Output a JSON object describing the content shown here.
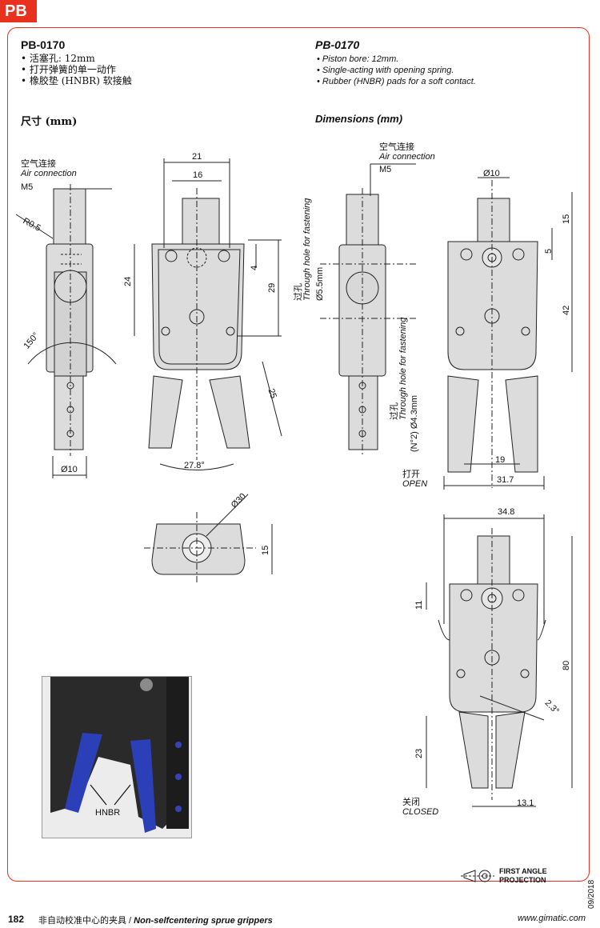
{
  "series_tab": "PB",
  "left": {
    "model": "PB-0170",
    "features": [
      "活塞孔: 12mm",
      "打开弹簧的单一动作",
      "橡胶垫 (HNBR) 软接触"
    ],
    "dimensions_title": "尺寸 (mm)",
    "air_cn": "空气连接",
    "air_en": "Air connection",
    "air_thread": "M5",
    "r05": "R0.5",
    "angle150": "150°",
    "d10": "Ø10",
    "d21": "21",
    "d16": "16",
    "d24": "24",
    "d4": "4",
    "d29": "29",
    "d25": "25",
    "a278": "27.8°",
    "d30": "Ø30",
    "d15": "15"
  },
  "right": {
    "model": "PB-0170",
    "features": [
      "Piston bore: 12mm.",
      "Single-acting with opening spring.",
      "Rubber (HNBR) pads for a soft contact."
    ],
    "dimensions_title": "Dimensions (mm)",
    "air_cn": "空气连接",
    "air_en": "Air connection",
    "air_thread": "M5",
    "through_cn": "过孔",
    "through_en": "Through hole for fastening",
    "d55": "Ø5.5mm",
    "through2_cn": "过孔",
    "through2_en": "Through hole for fastening",
    "d43": "(N°2) Ø4.3mm",
    "d10": "Ø10",
    "d15": "15",
    "d5": "5",
    "d42": "42",
    "d19": "19",
    "d317": "31.7",
    "open_cn": "打开",
    "open_en": "OPEN",
    "d348": "34.8",
    "d11": "11",
    "d80": "80",
    "a23": "2.3°",
    "d23": "23",
    "d131": "13.1",
    "closed_cn": "关闭",
    "closed_en": "CLOSED"
  },
  "photo_label": "HNBR",
  "projection_label": "FIRST ANGLE PROJECTION",
  "projection_line1": "FIRST ANGLE",
  "projection_line2": "PROJECTION",
  "footer": {
    "page": "182",
    "text_cn": "非自动校准中心的夹具 / ",
    "text_en": "Non-selfcentering sprue grippers",
    "website": "www.gimatic.com",
    "date": "09/2018"
  },
  "colors": {
    "accent": "#e8321f",
    "body_fill": "#dcdcdc",
    "pad_blue": "#2b3fb8",
    "outline": "#222222"
  }
}
